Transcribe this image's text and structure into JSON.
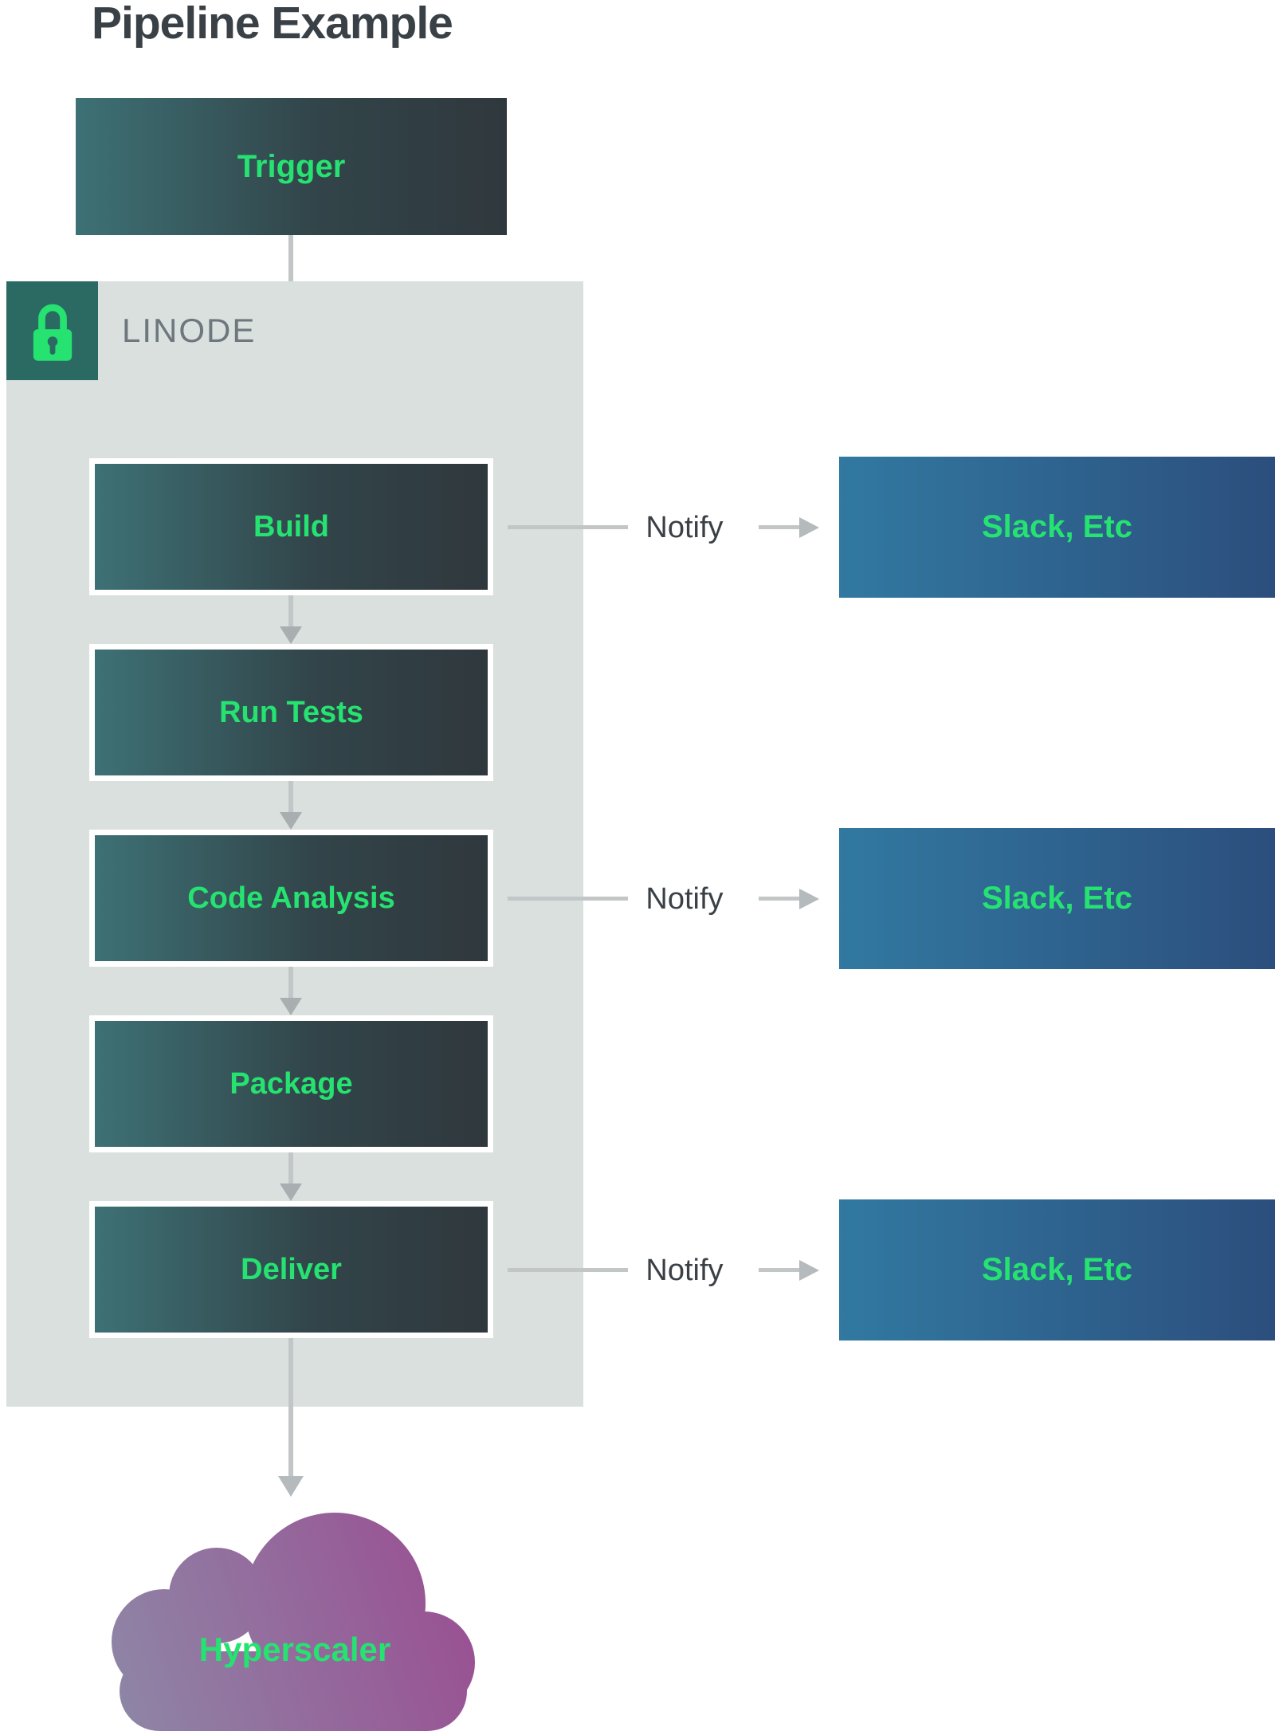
{
  "title": "Pipeline Example",
  "trigger": {
    "label": "Trigger"
  },
  "container": {
    "label": "LINODE",
    "icon": "lock-icon",
    "background": "#d9e0de",
    "badge_background": "#2a6a63"
  },
  "stages": [
    {
      "label": "Build",
      "notify": true
    },
    {
      "label": "Run Tests",
      "notify": false
    },
    {
      "label": "Code Analysis",
      "notify": true
    },
    {
      "label": "Package",
      "notify": false
    },
    {
      "label": "Deliver",
      "notify": true
    }
  ],
  "notify_label": "Notify",
  "slack_label": "Slack, Etc",
  "cloud": {
    "label": "Hyperscaler"
  },
  "colors": {
    "accent_green": "#25e271",
    "node_gradient_left": "#3d7175",
    "node_gradient_right": "#2f383d",
    "slack_gradient_left": "#3179a1",
    "slack_gradient_right": "#2c4e7d",
    "cloud_gradient_left": "#8e85a6",
    "cloud_gradient_right": "#9a4e92",
    "arrow_gray": "#c2c6c7",
    "title_text": "#394046",
    "linode_text": "#6e777d"
  }
}
